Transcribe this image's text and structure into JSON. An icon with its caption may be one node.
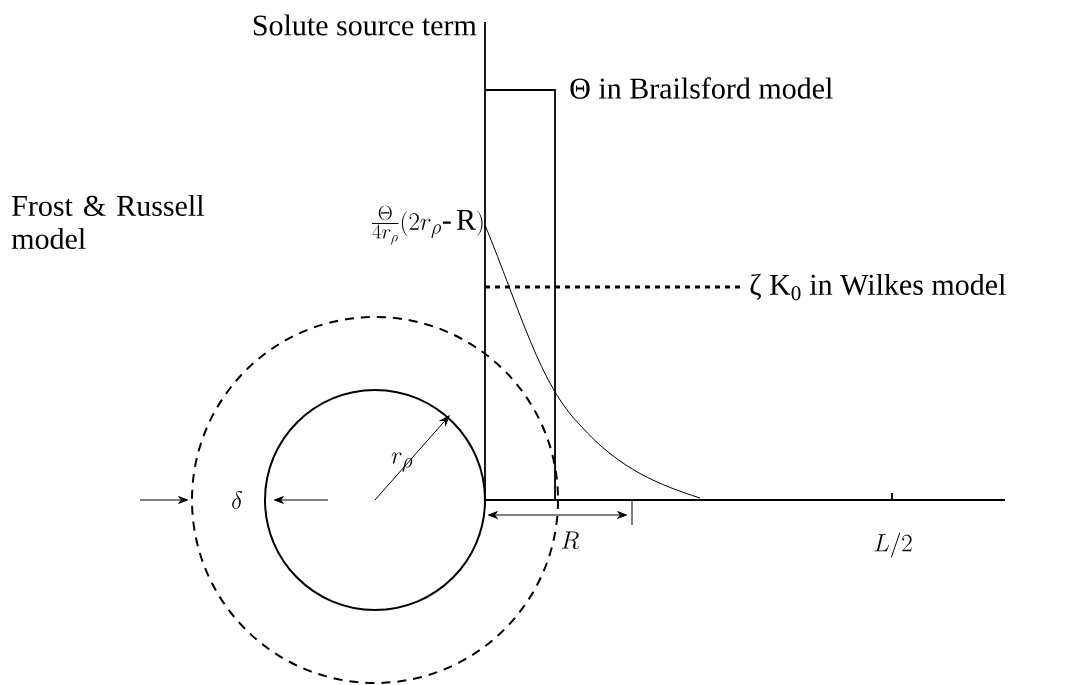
{
  "diagram": {
    "labels": [
      "Solute source term",
      "Θ  in Brailsford model",
      "Frost & Russell model",
      "\\frac{\\Theta}{4r_\\rho}(2r_\\rho\\text{-}\\,\\mathrm{R})",
      "ζ K$_{0}$ in Wilkes model",
      "r_\\rho",
      "\\delta",
      "R",
      "L/2"
    ]
  }
}
